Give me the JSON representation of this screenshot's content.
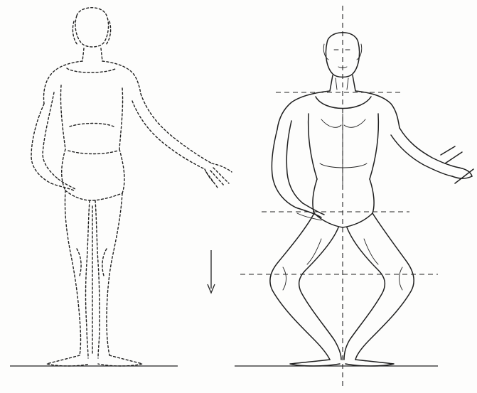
{
  "figure": {
    "left_figure": "standing-figure-dotted-outline",
    "right_figure": "demi-plie-figure-with-alignment-guides",
    "arrow_direction": "down",
    "ink_color": "#1f1f1f",
    "paper_color": "#fdfdfc"
  }
}
